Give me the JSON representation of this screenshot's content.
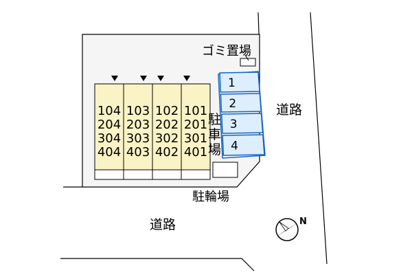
{
  "labels": {
    "road_east": "道路",
    "road_south": "道路",
    "garbage": "ゴミ置場",
    "bicycle": "駐輪場",
    "parking_chars": [
      "駐",
      "車",
      "場"
    ]
  },
  "building": {
    "columns": [
      {
        "units": [
          "104",
          "204",
          "304",
          "404"
        ]
      },
      {
        "units": [
          "103",
          "203",
          "303",
          "403"
        ]
      },
      {
        "units": [
          "102",
          "202",
          "302",
          "402"
        ]
      },
      {
        "units": [
          "101",
          "201",
          "301",
          "401"
        ]
      }
    ]
  },
  "parking_spaces": [
    "1",
    "2",
    "3",
    "4"
  ],
  "compass": {
    "north_letter": "N"
  },
  "colors": {
    "lot_fill": "#f5f5f5",
    "building_fill": "#faf3c6",
    "parking_fill": "#ddeeff",
    "parking_stroke": "#1565c0",
    "line": "#000000"
  }
}
